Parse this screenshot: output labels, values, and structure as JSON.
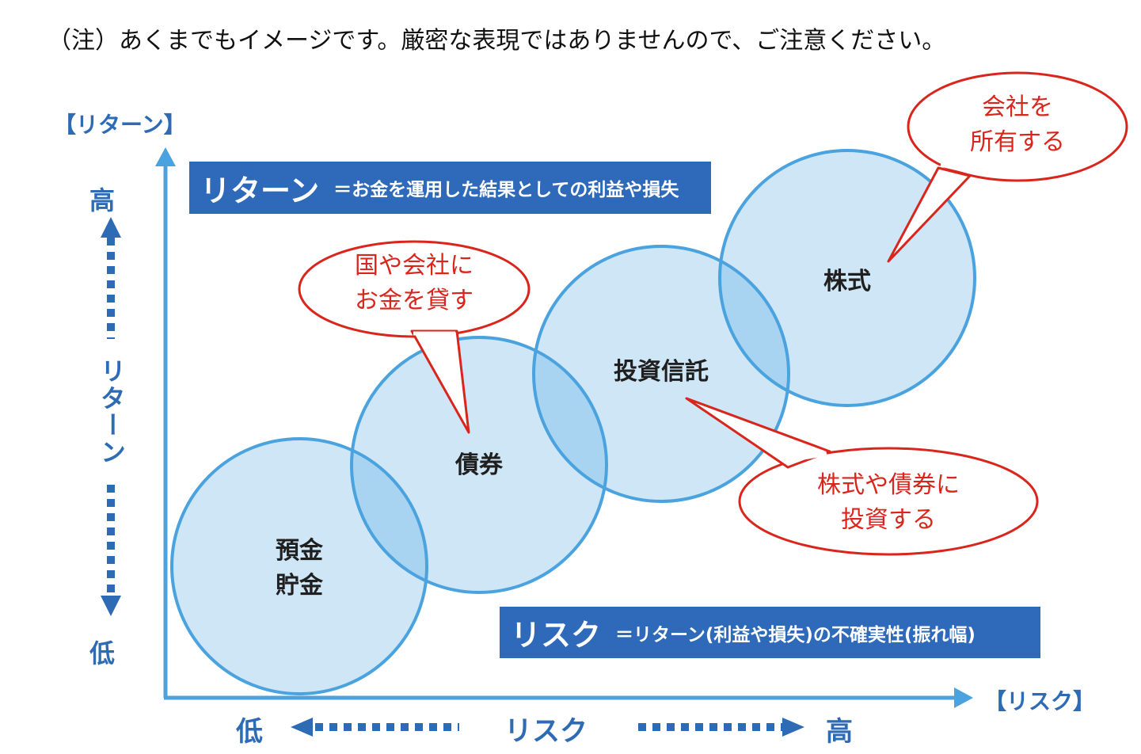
{
  "note": "（注）あくまでもイメージです。厳密な表現ではありませんので、ご注意ください。",
  "y_axis": {
    "title": "【リターン】",
    "high": "高",
    "label": "リターン",
    "low": "低"
  },
  "x_axis": {
    "title": "【リスク】",
    "low": "低",
    "label": "リスク",
    "high": "高"
  },
  "return_banner": {
    "term": "リターン",
    "definition": "＝お金を運用した結果としての利益や損失"
  },
  "risk_banner": {
    "term": "リスク",
    "definition": "＝リターン(利益や損失)の不確実性(振れ幅)"
  },
  "circles": [
    {
      "line1": "預金",
      "line2": "貯金"
    },
    {
      "line1": "債券"
    },
    {
      "line1": "投資信託"
    },
    {
      "line1": "株式"
    }
  ],
  "callouts": {
    "bonds": {
      "line1": "国や会社に",
      "line2": "お金を貸す"
    },
    "funds": {
      "line1": "株式や債券に",
      "line2": "投資する"
    },
    "stocks": {
      "line1": "会社を",
      "line2": "所有する"
    }
  },
  "colors": {
    "circle_fill": "#cfe6f7",
    "circle_overlap": "#a9d4f1",
    "circle_stroke": "#4aa3df",
    "axis": "#4aa3df",
    "banner": "#2e6ab9",
    "axis_text": "#2d6bb5",
    "callout": "#d9261c"
  }
}
